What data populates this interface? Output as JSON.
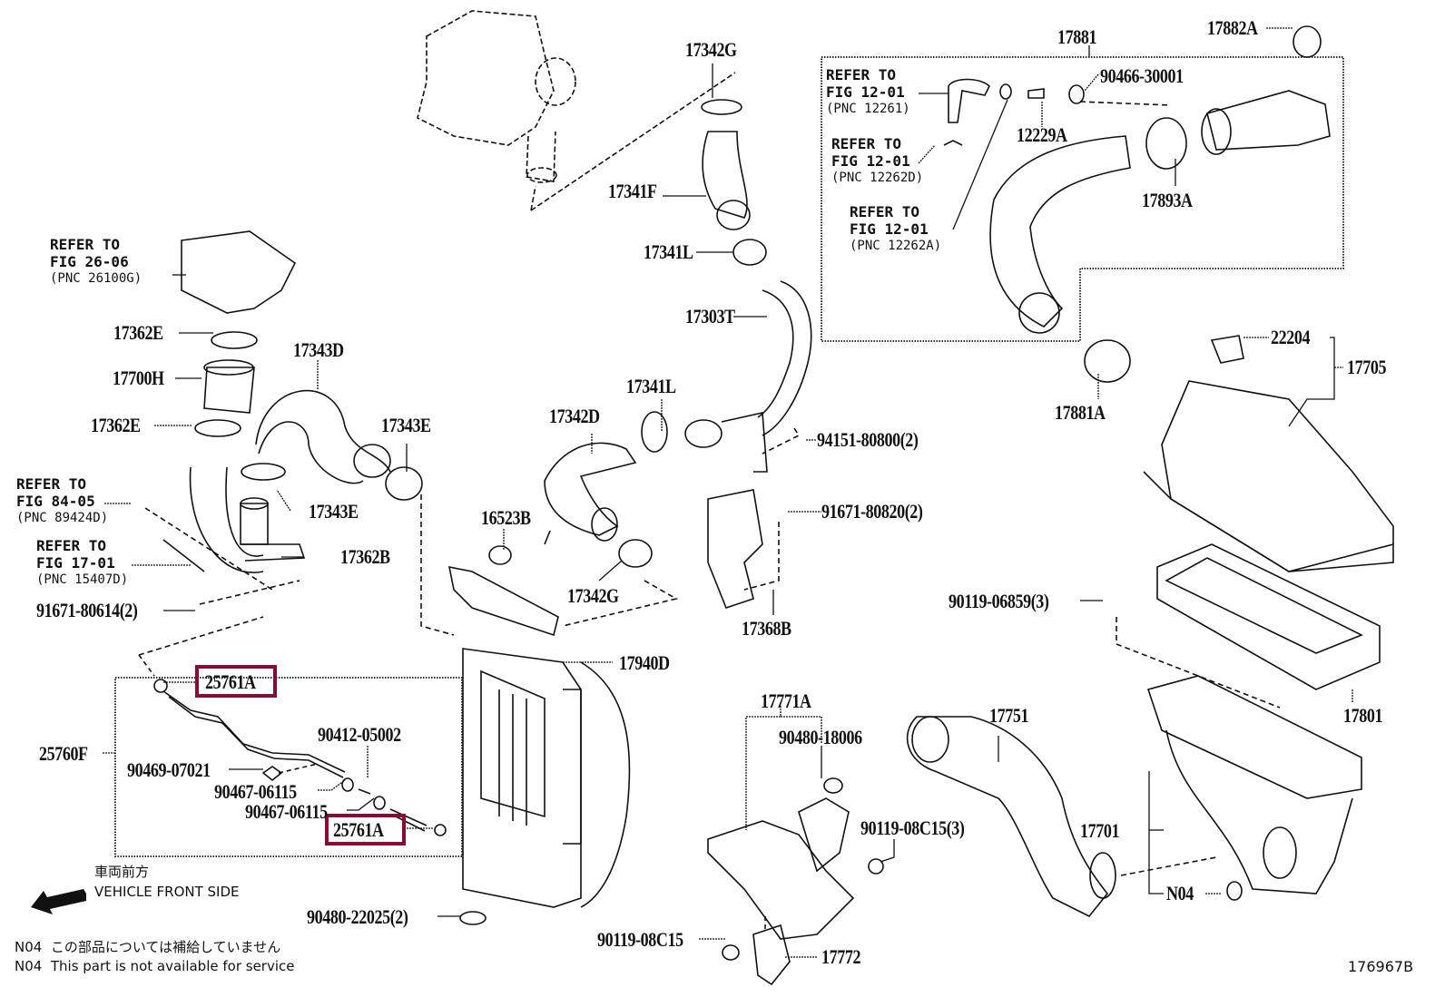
{
  "diagram": {
    "figure_id": "176967B",
    "highlight_color": "#8b0a32",
    "direction_indicator": {
      "label_jp": "車両前方",
      "label_en": "VEHICLE FRONT SIDE",
      "icon": "arrow-left-down-icon"
    },
    "notes": [
      {
        "code": "N04",
        "text": "この部品については補給していません"
      },
      {
        "code": "N04",
        "text": "This part is not available for service"
      }
    ],
    "refer_blocks": [
      {
        "line1": "REFER TO",
        "line2": "FIG 26-06",
        "line3": "(PNC 26100G)"
      },
      {
        "line1": "REFER TO",
        "line2": "FIG 84-05",
        "line3": "(PNC 89424D)"
      },
      {
        "line1": "REFER TO",
        "line2": "FIG 17-01",
        "line3": "(PNC 15407D)"
      },
      {
        "line1": "REFER TO",
        "line2": "FIG 12-01",
        "line3": "(PNC 12261)"
      },
      {
        "line1": "REFER TO",
        "line2": "FIG 12-01",
        "line3": "(PNC 12262D)"
      },
      {
        "line1": "REFER TO",
        "line2": "FIG 12-01",
        "line3": "(PNC 12262A)"
      }
    ],
    "part_labels": [
      {
        "id": "17342G-top",
        "text": "17342G"
      },
      {
        "id": "17341F",
        "text": "17341F"
      },
      {
        "id": "17341L-top",
        "text": "17341L"
      },
      {
        "id": "17303T",
        "text": "17303T"
      },
      {
        "id": "17362E-top",
        "text": "17362E"
      },
      {
        "id": "17700H",
        "text": "17700H"
      },
      {
        "id": "17362E-bottom",
        "text": "17362E"
      },
      {
        "id": "17343D",
        "text": "17343D"
      },
      {
        "id": "17343E-right",
        "text": "17343E"
      },
      {
        "id": "17343E-left",
        "text": "17343E"
      },
      {
        "id": "17362B",
        "text": "17362B"
      },
      {
        "id": "91671-80614",
        "text": "91671-80614(2)"
      },
      {
        "id": "17342D",
        "text": "17342D"
      },
      {
        "id": "17341L-mid",
        "text": "17341L"
      },
      {
        "id": "94151-80800",
        "text": "94151-80800(2)"
      },
      {
        "id": "91671-80820",
        "text": "91671-80820(2)"
      },
      {
        "id": "16523B",
        "text": "16523B"
      },
      {
        "id": "17342G-mid",
        "text": "17342G"
      },
      {
        "id": "17368B",
        "text": "17368B"
      },
      {
        "id": "17940D",
        "text": "17940D"
      },
      {
        "id": "17881",
        "text": "17881"
      },
      {
        "id": "17882A",
        "text": "17882A"
      },
      {
        "id": "90466-30001",
        "text": "90466-30001"
      },
      {
        "id": "12229A",
        "text": "12229A"
      },
      {
        "id": "17893A",
        "text": "17893A"
      },
      {
        "id": "17881A",
        "text": "17881A"
      },
      {
        "id": "22204",
        "text": "22204"
      },
      {
        "id": "17705",
        "text": "17705"
      },
      {
        "id": "90119-06859",
        "text": "90119-06859(3)"
      },
      {
        "id": "17801",
        "text": "17801"
      },
      {
        "id": "17771A",
        "text": "17771A"
      },
      {
        "id": "90480-18006",
        "text": "90480-18006"
      },
      {
        "id": "17751",
        "text": "17751"
      },
      {
        "id": "90119-08C15-3",
        "text": "90119-08C15(3)"
      },
      {
        "id": "17701",
        "text": "17701"
      },
      {
        "id": "N04",
        "text": "N04"
      },
      {
        "id": "90119-08C15",
        "text": "90119-08C15"
      },
      {
        "id": "17772",
        "text": "17772"
      },
      {
        "id": "90480-22025",
        "text": "90480-22025(2)"
      },
      {
        "id": "25760F",
        "text": "25760F"
      },
      {
        "id": "25761A-top",
        "text": "25761A",
        "highlighted": true
      },
      {
        "id": "25761A-bottom",
        "text": "25761A",
        "highlighted": true
      },
      {
        "id": "90412-05002",
        "text": "90412-05002"
      },
      {
        "id": "90469-07021",
        "text": "90469-07021"
      },
      {
        "id": "90467-06115-a",
        "text": "90467-06115"
      },
      {
        "id": "90467-06115-b",
        "text": "90467-06115"
      }
    ]
  }
}
